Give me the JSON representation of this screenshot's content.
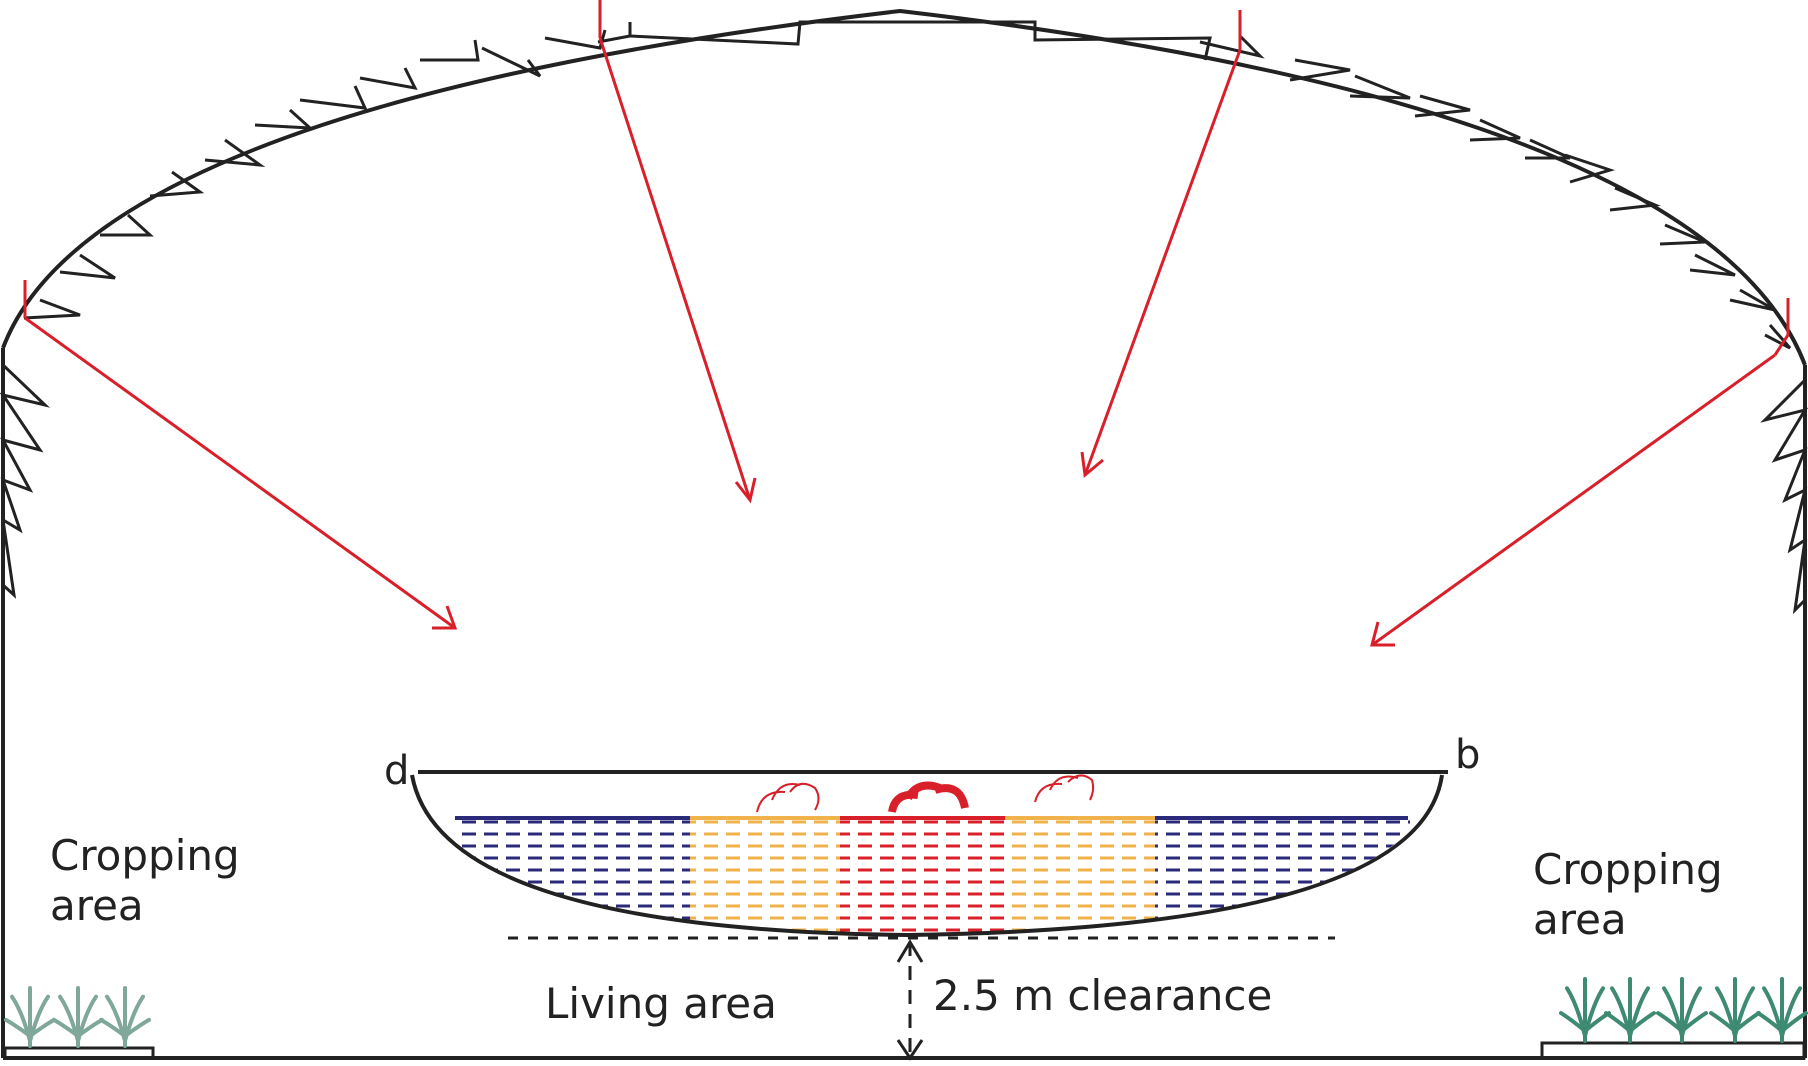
{
  "labels": {
    "cropping_left": [
      "Cropping",
      "area"
    ],
    "cropping_right": [
      "Cropping",
      "area"
    ],
    "living_area": "Living area",
    "clearance": "2.5 m clearance",
    "end_left": "d",
    "end_right": "b"
  },
  "colors": {
    "structure": "#222222",
    "light_rays": "#d9202a",
    "water_blue": "#2b2a7a",
    "water_orange": "#f0b24a",
    "water_red": "#d9202a",
    "plants_left": "#7fa89a",
    "plants_right": "#3e8a72"
  },
  "icons": [
    "light-ray-arrow",
    "plant-icon",
    "heat-swirl-icon",
    "dimension-arrow"
  ]
}
